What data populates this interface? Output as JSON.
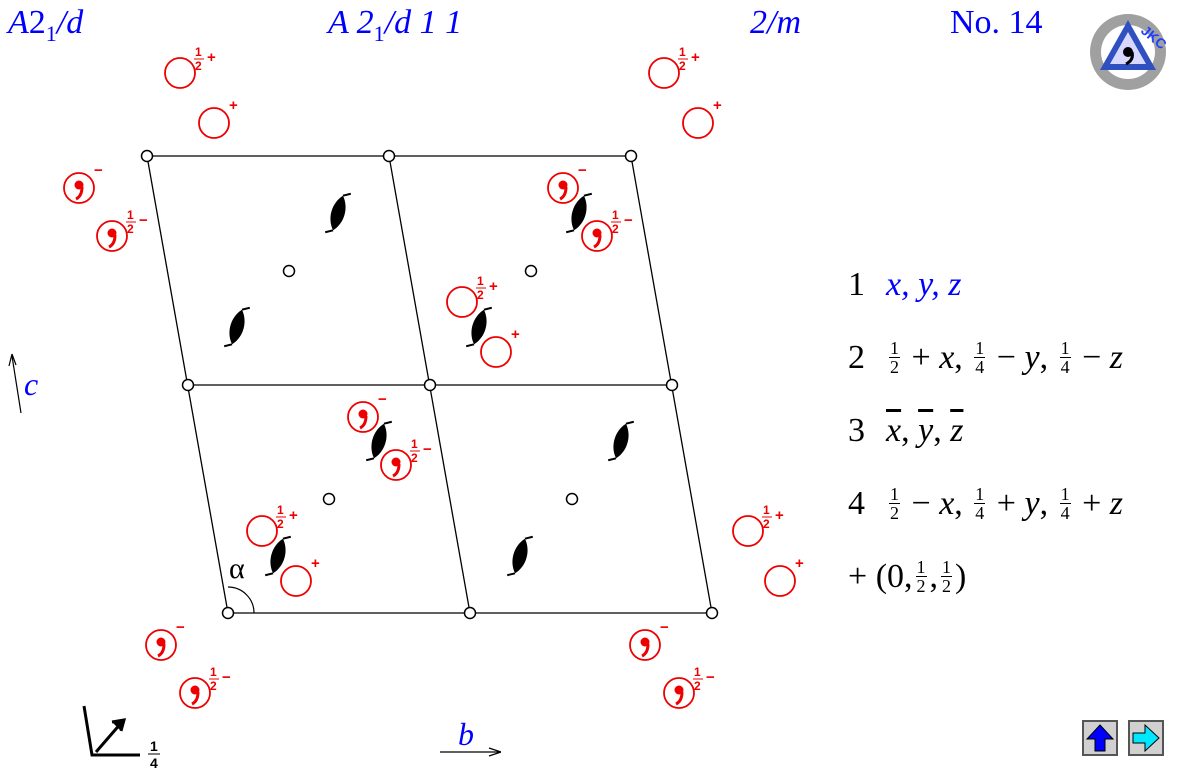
{
  "header": {
    "short_symbol_letter": "A",
    "short_symbol_rest": "2",
    "short_symbol_sub": "1",
    "short_symbol_end": "/d",
    "full_symbol_pre": "A 2",
    "full_symbol_sub": "1",
    "full_symbol_post": "/d 1 1",
    "point_group": "2/m",
    "number": "No. 14"
  },
  "logo": {
    "text": "JKC"
  },
  "axes": {
    "c_label": "c",
    "b_label": "b",
    "alpha_label": "α",
    "height_num": "1",
    "height_den": "4"
  },
  "marks": {
    "half": "1",
    "half_den": "2",
    "plus": "+",
    "minus": "−"
  },
  "operations": [
    {
      "n": "1",
      "text": "x, y, z"
    },
    {
      "n": "2"
    },
    {
      "n": "3"
    },
    {
      "n": "4"
    },
    {
      "n": "+"
    }
  ],
  "colors": {
    "title": "#0000ff",
    "equivalent_positions": "#ee0000",
    "symmetry": "#000000"
  },
  "icons": {
    "up": "up-arrow-icon",
    "next": "right-arrow-icon"
  }
}
